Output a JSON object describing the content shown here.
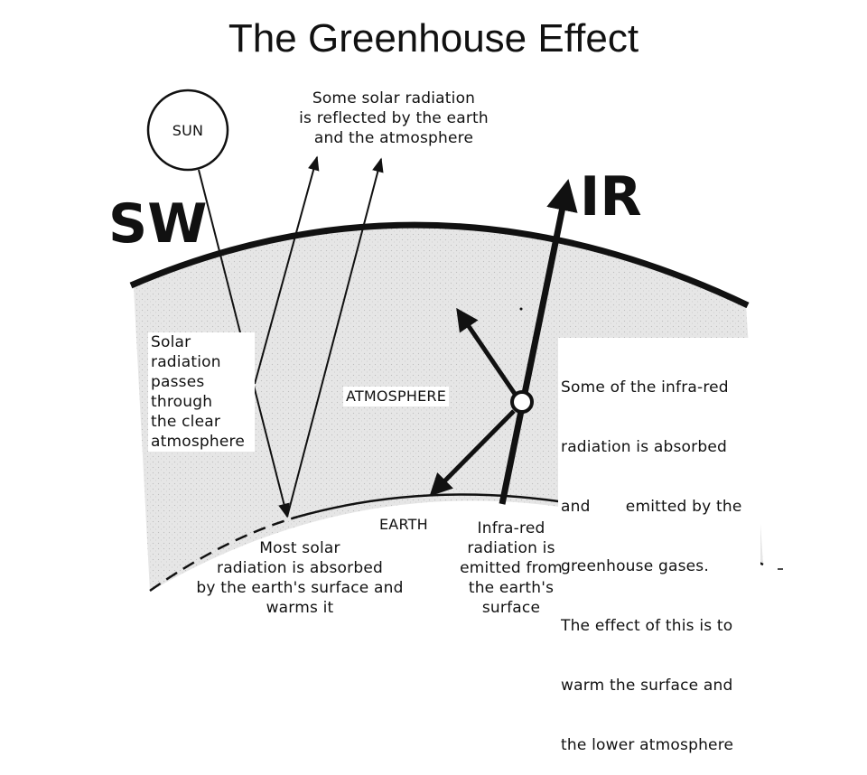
{
  "title": "The Greenhouse Effect",
  "labels": {
    "sun": "SUN",
    "sw": "SW",
    "ir": "IR",
    "reflected": [
      "Some solar radiation",
      "is reflected by the earth",
      "and the atmosphere"
    ],
    "solar_passes": [
      "Solar",
      "radiation",
      "passes",
      "through",
      "the clear",
      "atmosphere"
    ],
    "atmosphere": "ATMOSPHERE",
    "ir_absorbed": [
      "Some of the infra-red",
      "radiation is absorbed",
      "and       emitted by the",
      "greenhouse gases.",
      "The effect of this is to",
      "warm the surface and",
      "the lower atmosphere"
    ],
    "earth": "EARTH",
    "absorbed_surface": [
      "Most solar",
      "radiation is absorbed",
      "by the earth's surface and",
      "warms it"
    ],
    "ir_emitted": [
      "Infra-red",
      "radiation is",
      "emitted from",
      "the earth's",
      "surface"
    ]
  },
  "colors": {
    "atmosphere_fill": "#e4e4e4",
    "line": "#111111",
    "background": "#ffffff"
  }
}
